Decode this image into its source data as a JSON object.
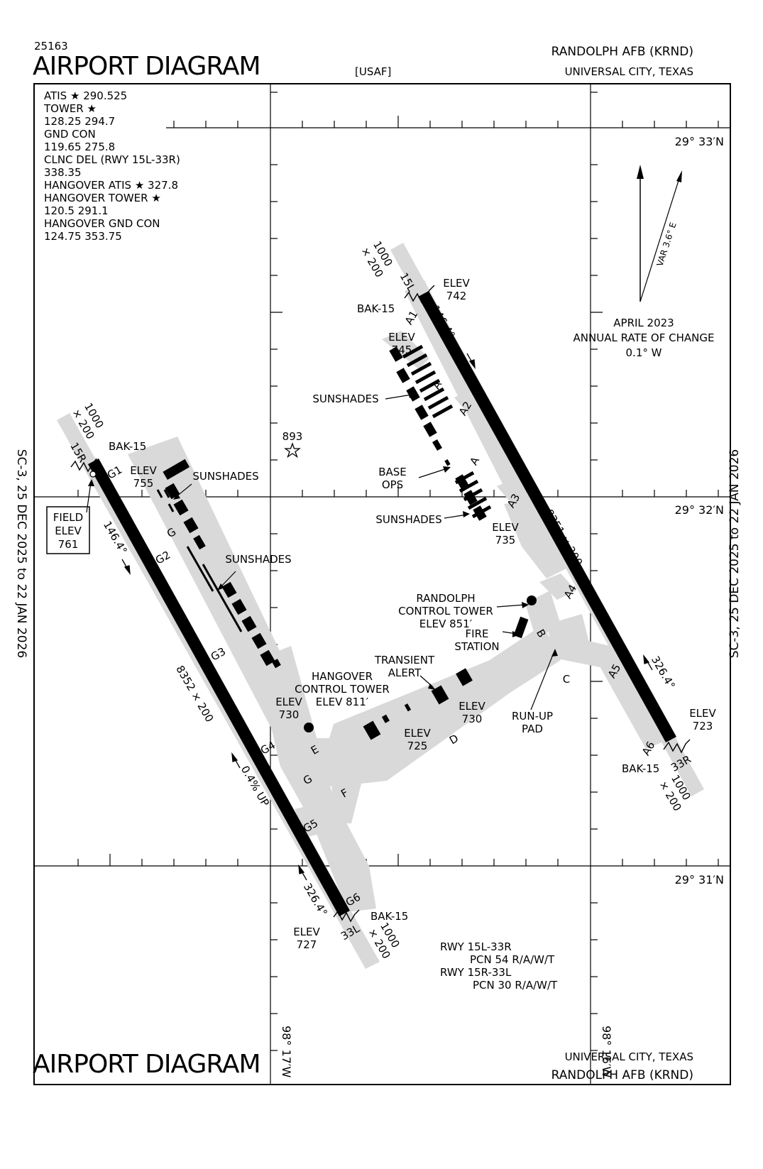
{
  "header": {
    "chart_number": "25163",
    "title": "AIRPORT DIAGRAM",
    "airport": "RANDOLPH AFB  (KRND)",
    "operator": "[USAF]",
    "location": "UNIVERSAL CITY, TEXAS"
  },
  "footer": {
    "title": "AIRPORT DIAGRAM",
    "location": "UNIVERSAL CITY, TEXAS",
    "airport": "RANDOLPH AFB  (KRND)"
  },
  "effective": {
    "left": "SC-3,  25 DEC 2025  to  22 JAN 2026",
    "right": "SC-3,  25 DEC 2025  to  22 JAN 2026"
  },
  "frequencies": [
    "ATIS ★ 290.525",
    "TOWER ★",
    "128.25  294.7",
    "GND CON",
    "119.65  275.8",
    "CLNC DEL (RWY 15L-33R)",
    "338.35",
    "HANGOVER ATIS ★ 327.8",
    "HANGOVER TOWER ★",
    "120.5  291.1",
    "HANGOVER GND CON",
    "124.75  353.75"
  ],
  "coords": {
    "lat_top": "29° 33′N",
    "lat_mid": "29° 32′N",
    "lat_bot": "29° 31′N",
    "lon_left": "98° 17′W",
    "lon_right": "98° 16′W"
  },
  "magnetic": {
    "variation": "VAR 3.6° E",
    "date": "APRIL 2023",
    "rate_label": "ANNUAL RATE OF CHANGE",
    "rate": "0.1° W"
  },
  "field_elev": {
    "line1": "FIELD",
    "line2": "ELEV",
    "value": "761"
  },
  "runways": {
    "r15L": {
      "name": "15L",
      "elev": [
        "ELEV",
        "742"
      ],
      "bak": "BAK-15",
      "overrun": [
        "1000",
        "× 200"
      ],
      "heading": "146.4°"
    },
    "r33R": {
      "name": "33R",
      "elev": [
        "ELEV",
        "723"
      ],
      "bak": "BAK-15",
      "overrun": [
        "1000",
        "× 200"
      ],
      "heading": "326.4°"
    },
    "r15R": {
      "name": "15R",
      "elev": [
        "ELEV",
        "755"
      ],
      "bak": "BAK-15",
      "overrun": [
        "1000",
        "× 200"
      ],
      "heading": "146.4°"
    },
    "r33L": {
      "name": "33L",
      "elev": [
        "ELEV",
        "727"
      ],
      "bak": "BAK-15",
      "overrun": [
        "1000",
        "× 200"
      ],
      "heading": "326.4°"
    },
    "dim_15L_33R": "8351 × 200",
    "dim_15R_33L": "8352 × 200",
    "slope": "0.4% UP"
  },
  "taxiways": {
    "A": "A",
    "A1": "A1",
    "A2": "A2",
    "A3": "A3",
    "A4": "A4",
    "A5": "A5",
    "A6": "A6",
    "B": "B",
    "C": "C",
    "D": "D",
    "E": "E",
    "F": "F",
    "G": "G",
    "G1": "G1",
    "G2": "G2",
    "G3": "G3",
    "G4": "G4",
    "G5": "G5",
    "G6": "G6"
  },
  "labels": {
    "sunshades": "SUNSHADES",
    "base_ops": [
      "BASE",
      "OPS"
    ],
    "obstacle": "893",
    "randolph_tower": [
      "RANDOLPH",
      "CONTROL TOWER",
      "ELEV 851′"
    ],
    "fire_station": [
      "FIRE",
      "STATION"
    ],
    "transient_alert": [
      "TRANSIENT",
      "ALERT"
    ],
    "hangover_tower": [
      "HANGOVER",
      "CONTROL TOWER",
      "ELEV 811′"
    ],
    "run_up_pad": [
      "RUN-UP",
      "PAD"
    ],
    "elev_745": [
      "ELEV",
      "745"
    ],
    "elev_735": [
      "ELEV",
      "735"
    ],
    "elev_730a": [
      "ELEV",
      "730"
    ],
    "elev_730b": [
      "ELEV",
      "730"
    ],
    "elev_725": [
      "ELEV",
      "725"
    ]
  },
  "pcn": [
    "RWY 15L-33R",
    "PCN 54 R/A/W/T",
    "RWY 15R-33L",
    "PCN 30 R/A/W/T"
  ],
  "colors": {
    "runway": "#000000",
    "taxiway": "#d9d9d9",
    "background": "#ffffff"
  }
}
